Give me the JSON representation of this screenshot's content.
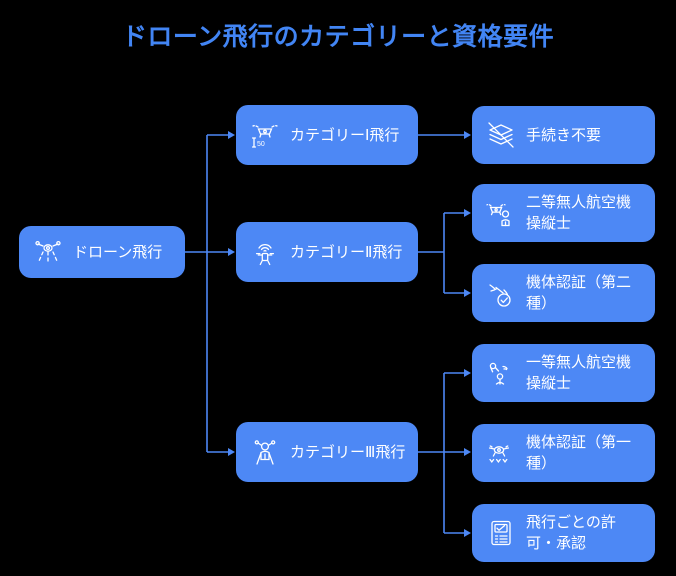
{
  "page": {
    "title": "ドローン飛行のカテゴリーと資格要件",
    "background_color": "#000000",
    "node_color": "#4d88f5",
    "title_color": "#4285f4",
    "line_color": "#4d88f5",
    "text_color": "#ffffff"
  },
  "diagram": {
    "type": "tree",
    "root": {
      "label": "ドローン飛行",
      "icon": "drone-icon"
    },
    "categories": [
      {
        "label": "カテゴリーⅠ飛行",
        "icon": "drone-altitude-icon",
        "icon_badge": "50",
        "children": [
          {
            "label": "手続き不要",
            "icon": "no-paperwork-icon"
          }
        ]
      },
      {
        "label": "カテゴリーⅡ飛行",
        "icon": "drone-signal-icon",
        "children": [
          {
            "label": "二等無人航空機操縦士",
            "icon": "drone-pilot-icon"
          },
          {
            "label": "機体認証（第二種）",
            "icon": "drone-check-icon"
          }
        ]
      },
      {
        "label": "カテゴリーⅢ飛行",
        "icon": "drone-person-icon",
        "children": [
          {
            "label": "一等無人航空機操縦士",
            "icon": "drone-operator-icon"
          },
          {
            "label": "機体認証（第一種）",
            "icon": "drone-inspect-icon"
          },
          {
            "label": "飛行ごとの許可・承認",
            "icon": "approval-document-icon"
          }
        ]
      }
    ]
  }
}
